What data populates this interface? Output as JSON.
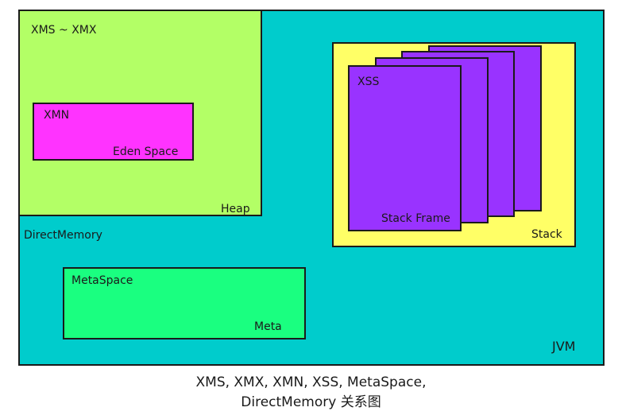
{
  "colors": {
    "jvm": "#00cccc",
    "heap": "#b3ff66",
    "eden": "#ff33ff",
    "meta": "#1aff80",
    "stack": "#ffff66",
    "frame": "#9933ff"
  },
  "jvm": {
    "label": "JVM",
    "direct_memory_label": "DirectMemory"
  },
  "heap": {
    "label": "Heap",
    "size_label": "XMS ~ XMX"
  },
  "eden": {
    "label": "Eden Space",
    "size_label": "XMN"
  },
  "meta": {
    "label": "Meta",
    "size_label": "MetaSpace"
  },
  "stack": {
    "label": "Stack",
    "frame_label": "Stack Frame",
    "size_label": "XSS"
  },
  "caption": {
    "line1": "XMS, XMX, XMN, XSS, MetaSpace,",
    "line2": "DirectMemory 关系图"
  }
}
